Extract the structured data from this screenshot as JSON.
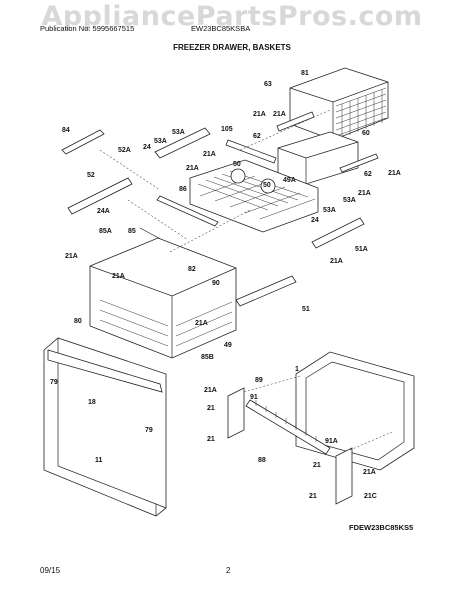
{
  "header": {
    "watermark": "AppliancePartsPros.com",
    "publication": "Publication No: 5995667515",
    "model": "EW23BC85KSBA",
    "title": "FREEZER DRAWER, BASKETS"
  },
  "footer": {
    "date": "09/15",
    "page": "2",
    "figure_code": "FDEW23BC85KS5"
  },
  "callouts": {
    "c81": "81",
    "c63": "63",
    "c21a_1": "21A",
    "c21a_2": "21A",
    "c62_1": "62",
    "c105": "105",
    "c60": "60",
    "c84": "84",
    "c53a_1": "53A",
    "c53a_2": "53A",
    "c52a": "52A",
    "c24_1": "24",
    "c21a_3": "21A",
    "c50_1": "50",
    "c50_2": "50",
    "c21a_4": "21A",
    "c86": "86",
    "c49a": "49A",
    "c62_2": "62",
    "c21a_5": "21A",
    "c21a_6": "21A",
    "c52": "52",
    "c24a": "24A",
    "c53a_3": "53A",
    "c53a_4": "53A",
    "c24_2": "24",
    "c85a": "85A",
    "c85": "85",
    "c21a_7": "21A",
    "c51a": "51A",
    "c21a_8": "21A",
    "c21a_9": "21A",
    "c82": "82",
    "c90": "90",
    "c51": "51",
    "c21a_10": "21A",
    "c80": "80",
    "c49": "49",
    "c85b": "85B",
    "c79_1": "79",
    "c18": "18",
    "c79_2": "79",
    "c11": "11",
    "c89": "89",
    "c1": "1",
    "c21a_11": "21A",
    "c21_1": "21",
    "c91": "91",
    "c21_2": "21",
    "c88": "88",
    "c91a": "91A",
    "c21_3": "21",
    "c21a_12": "21A",
    "c21_4": "21",
    "c21c": "21C"
  }
}
